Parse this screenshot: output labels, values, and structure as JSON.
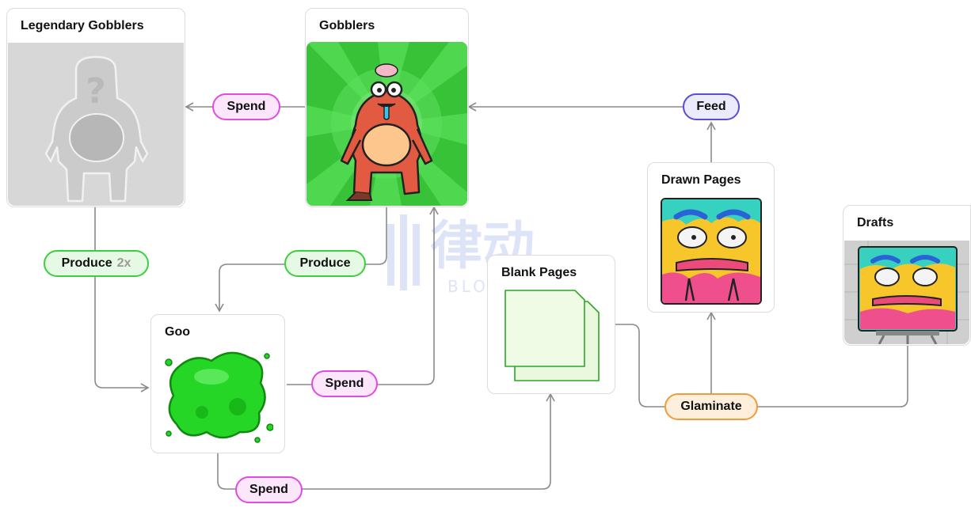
{
  "nodes": {
    "legendary": {
      "title": "Legendary Gobblers",
      "mark": "?"
    },
    "gobblers": {
      "title": "Gobblers"
    },
    "goo": {
      "title": "Goo"
    },
    "blank_pages": {
      "title": "Blank Pages"
    },
    "drawn_pages": {
      "title": "Drawn Pages"
    },
    "drafts": {
      "title": "Drafts"
    }
  },
  "actions": {
    "spend_legendary": "Spend",
    "produce_legendary": "Produce",
    "produce_legendary_multiplier": "2x",
    "produce_goo": "Produce",
    "spend_gobblers": "Spend",
    "spend_pages": "Spend",
    "feed": "Feed",
    "glaminate": "Glaminate"
  },
  "watermark": {
    "logo": "律动",
    "sub": "BLOCKBEATS"
  },
  "colors": {
    "spend": "#e04be0",
    "spend_fill": "#fbe6fb",
    "produce": "#3ccf3c",
    "produce_fill": "#e6f9e4",
    "feed": "#5a4bd6",
    "feed_fill": "#ecebfb",
    "glaminate": "#f29a3a",
    "glaminate_fill": "#fdefdc",
    "connector": "#8a8a8a"
  }
}
